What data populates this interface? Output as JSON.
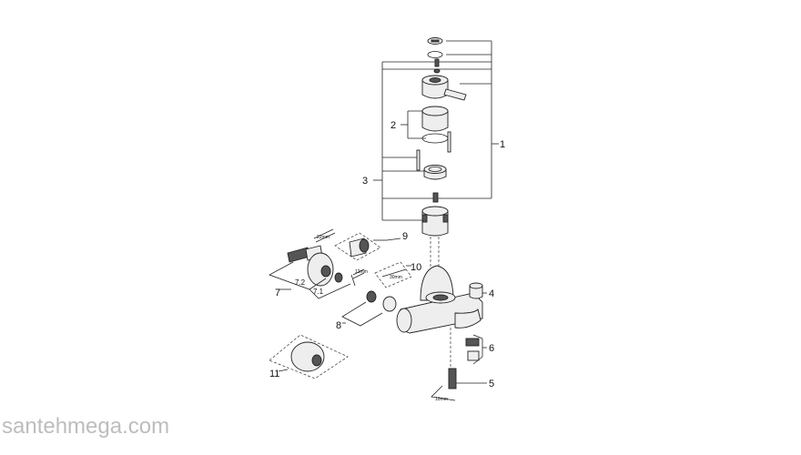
{
  "watermark": "santehmega.com",
  "labels": {
    "p1": "1",
    "p2": "2",
    "p3": "3",
    "p4": "4",
    "p5": "5",
    "p6": "6",
    "p7": "7",
    "p7_1": "7.1",
    "p7_2": "7.2",
    "p8": "8",
    "p9": "9",
    "p10": "10",
    "p11": "11"
  },
  "tool_sizes": {
    "t1": "22mm",
    "t2": "12mm",
    "t3": "30mm",
    "t4": "10mm"
  }
}
